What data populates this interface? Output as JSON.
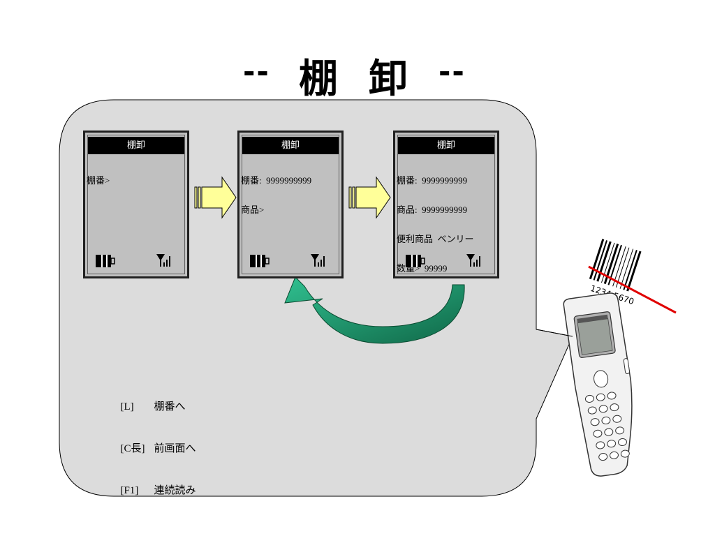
{
  "title": {
    "dash_left": "--",
    "char_1": "棚",
    "char_2": "卸",
    "dash_right": "--"
  },
  "screens": [
    {
      "header": "棚卸",
      "lines": [
        "棚番>"
      ]
    },
    {
      "header": "棚卸",
      "lines": [
        "棚番:  9999999999",
        "商品>"
      ]
    },
    {
      "header": "棚卸",
      "lines": [
        "棚番:  9999999999",
        "商品:  9999999999",
        "便利商品  ベンリー",
        "数量>  99999"
      ]
    }
  ],
  "help": [
    {
      "key": "[L]",
      "label": "棚番へ"
    },
    {
      "key": "[C長]",
      "label": "前画面へ"
    },
    {
      "key": "[F1]",
      "label": "連続読み"
    }
  ],
  "barcode": {
    "digits": "1234 5670"
  },
  "icons": {
    "battery": "battery-icon",
    "signal": "signal-antenna-icon",
    "forward_arrow": "right-arrow-icon",
    "loop_arrow": "curved-return-arrow-icon",
    "scanner": "handheld-scanner-icon",
    "barcode": "barcode-icon"
  },
  "colors": {
    "panel_fill": "#dcdcdc",
    "arrow_fill": "#ffff99",
    "loop_arrow_fill": "#20a080",
    "scan_line": "#e00000"
  }
}
